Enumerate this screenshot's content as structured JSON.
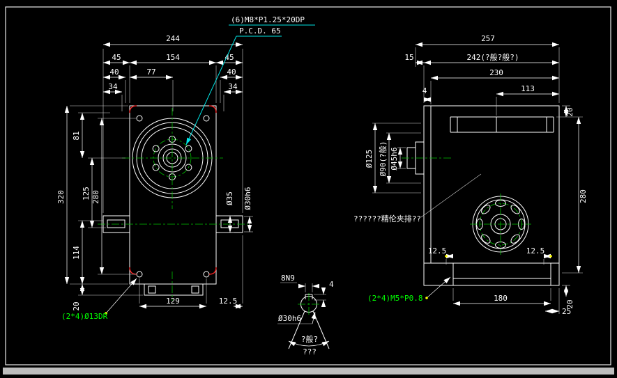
{
  "colors": {
    "background": "#000000",
    "line": "#ffffff",
    "centerline": "#00c000",
    "highlight_red": "#ff2222",
    "callout_cyan": "#00e5e5",
    "callout_green": "#00ff00",
    "snap_yellow": "#ffff00",
    "frame_gray": "#bdbdbd"
  },
  "callout_top": {
    "line1": "(6)M8*P1.25*20DP",
    "line2": "P.C.D. 65"
  },
  "front_view": {
    "dims": {
      "w244": "244",
      "w45l": "45",
      "w154": "154",
      "w45r": "45",
      "w40l": "40",
      "w77": "77",
      "w40r": "40",
      "w34l": "34",
      "w34r": "34",
      "h320": "320",
      "h81": "81",
      "h125": "125",
      "h280": "280",
      "h114": "114",
      "h20": "20",
      "w129": "129",
      "w12_5": "12.5",
      "dia35": "Ø35",
      "dia30h6": "Ø30h6"
    },
    "callout_holes": "(2*4)Ø13DR"
  },
  "side_view": {
    "dims": {
      "w257": "257",
      "w15": "15",
      "w242": "242(?般?般?)",
      "w230": "230",
      "w4": "4",
      "w113": "113",
      "h20_top": "20",
      "dia125": "Ø125",
      "dia90": "Ø90(?般)",
      "dia45h6": "Ø45h6",
      "h280": "280",
      "w12_5l": "12.5",
      "w12_5r": "12.5",
      "w180": "180",
      "w25": "25",
      "h20_bot": "20"
    },
    "callout_m5": "(2*4)M5*P0.8",
    "note": "??????精伦夹排??"
  },
  "keyway_detail": {
    "key_width": "8N9",
    "key_depth": "4",
    "dia": "Ø30h6",
    "angle1": "?般?",
    "angle2": "???"
  }
}
